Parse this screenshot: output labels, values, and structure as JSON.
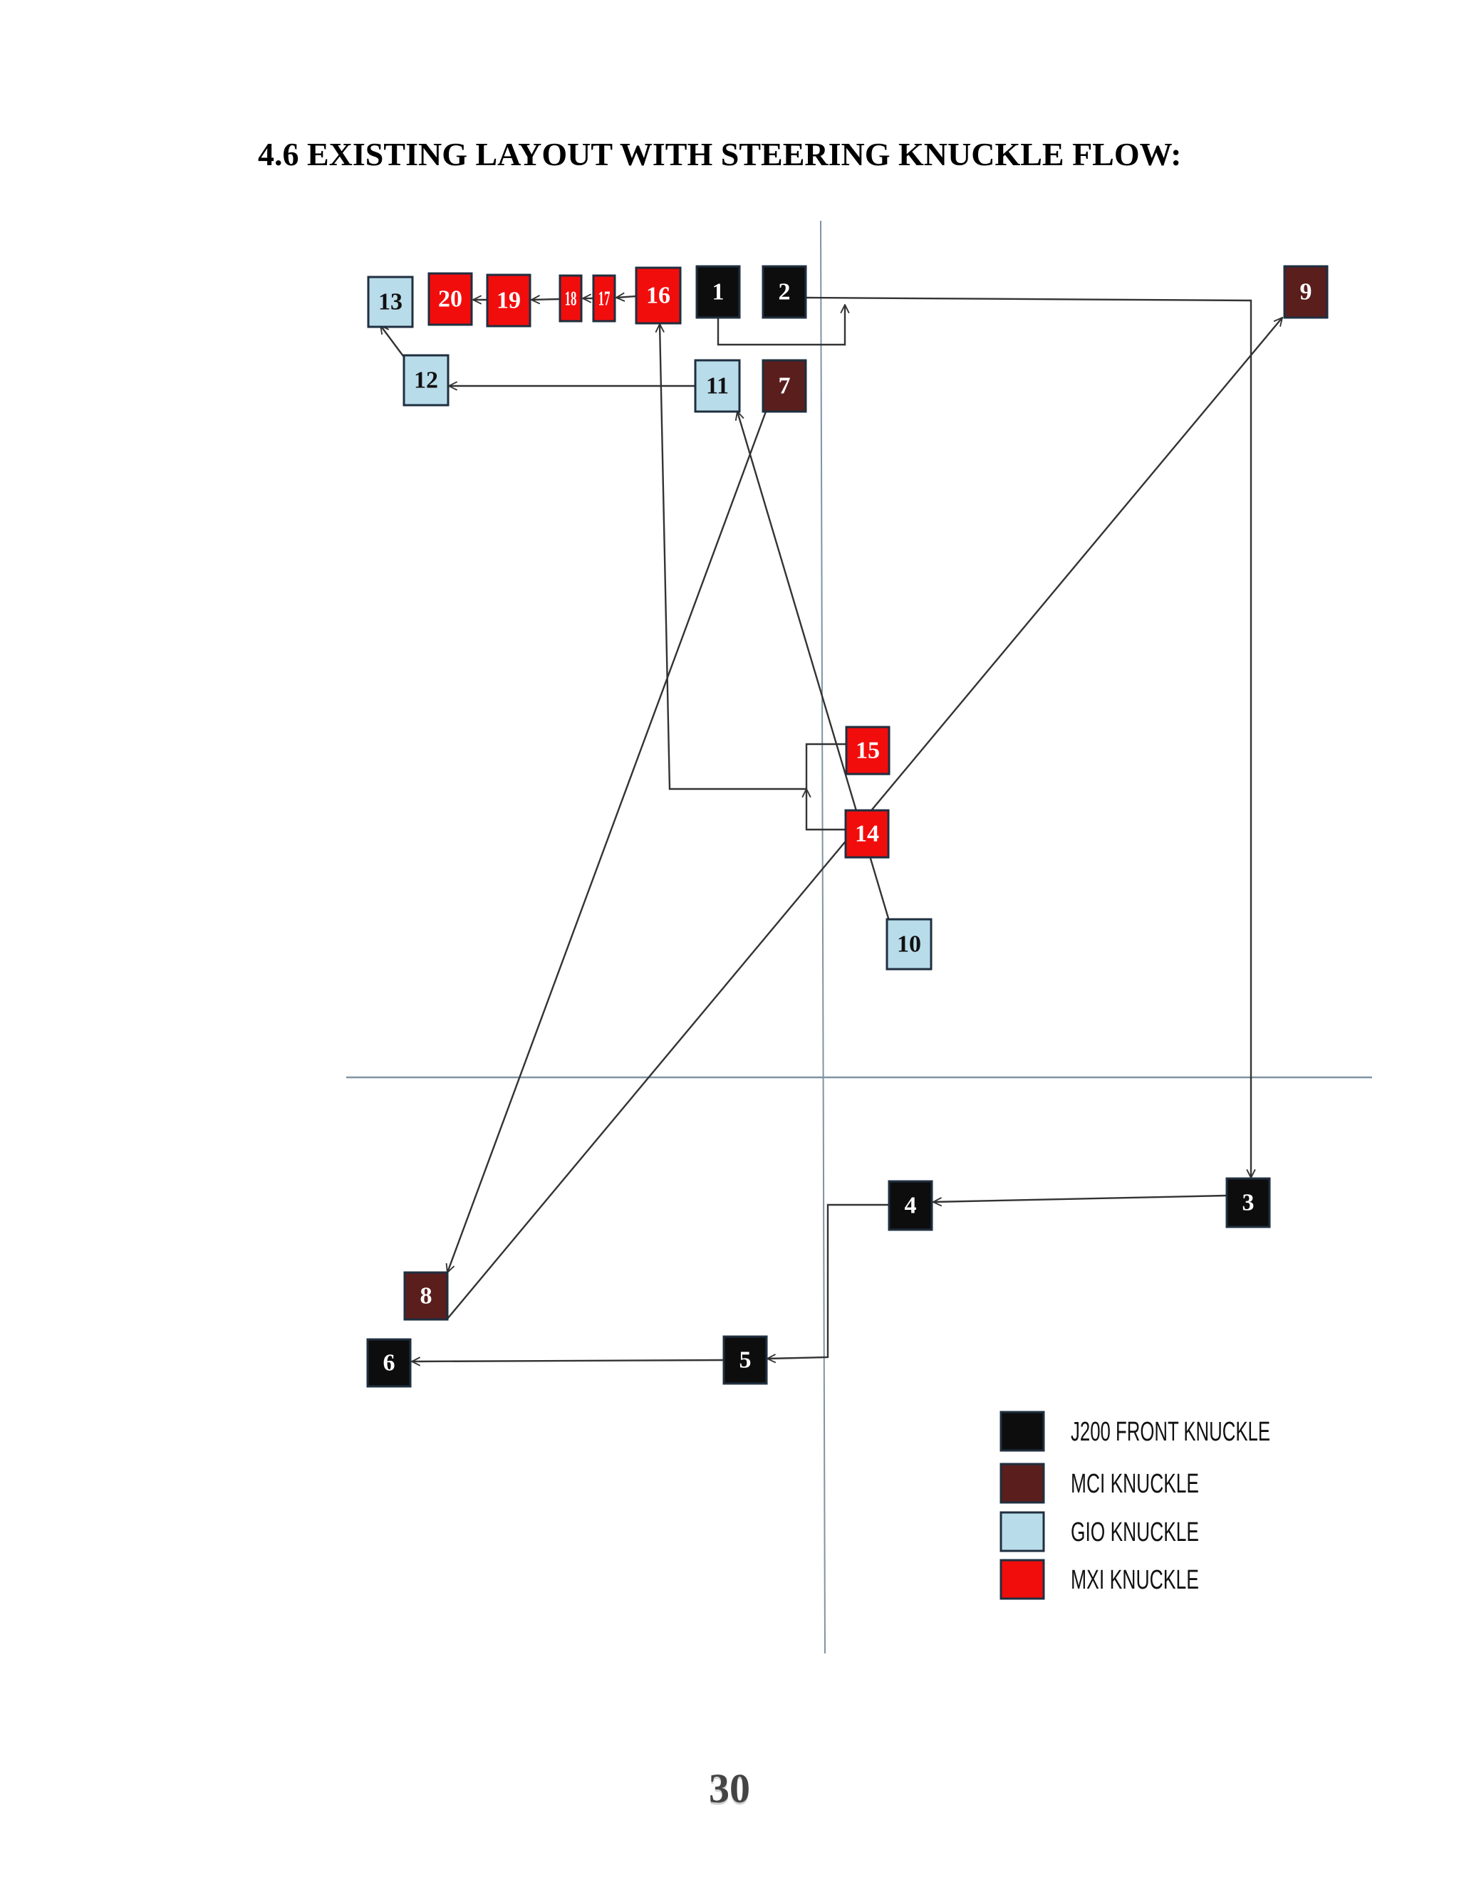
{
  "heading": "4.6 EXISTING LAYOUT WITH STEERING KNUCKLE FLOW:",
  "page_number": "30",
  "colors": {
    "j200": "#0d0d0d",
    "mci": "#5a1e1c",
    "gio": "#b9dcea",
    "mxi": "#f20d0d",
    "border": "#1f2f3f",
    "arrow": "#333333",
    "axis": "#7f93a3"
  },
  "legend": [
    {
      "type": "j200",
      "label": "J200 FRONT KNUCKLE"
    },
    {
      "type": "mci",
      "label": "MCI KNUCKLE"
    },
    {
      "type": "gio",
      "label": "GIO KNUCKLE"
    },
    {
      "type": "mxi",
      "label": "MXI KNUCKLE"
    }
  ],
  "nodes": [
    {
      "id": "1",
      "type": "j200"
    },
    {
      "id": "2",
      "type": "j200"
    },
    {
      "id": "3",
      "type": "j200"
    },
    {
      "id": "4",
      "type": "j200"
    },
    {
      "id": "5",
      "type": "j200"
    },
    {
      "id": "6",
      "type": "j200"
    },
    {
      "id": "7",
      "type": "mci"
    },
    {
      "id": "8",
      "type": "mci"
    },
    {
      "id": "9",
      "type": "mci"
    },
    {
      "id": "10",
      "type": "gio"
    },
    {
      "id": "11",
      "type": "gio"
    },
    {
      "id": "12",
      "type": "gio"
    },
    {
      "id": "13",
      "type": "gio"
    },
    {
      "id": "14",
      "type": "mxi"
    },
    {
      "id": "15",
      "type": "mxi"
    },
    {
      "id": "16",
      "type": "mxi"
    },
    {
      "id": "17",
      "type": "mxi"
    },
    {
      "id": "18",
      "type": "mxi"
    },
    {
      "id": "19",
      "type": "mxi"
    },
    {
      "id": "20",
      "type": "mxi"
    }
  ],
  "flows": [
    {
      "from": "1",
      "to": "2"
    },
    {
      "from": "2",
      "to": "3"
    },
    {
      "from": "3",
      "to": "4"
    },
    {
      "from": "4",
      "to": "5"
    },
    {
      "from": "5",
      "to": "6"
    },
    {
      "from": "7",
      "to": "8"
    },
    {
      "from": "8",
      "to": "9"
    },
    {
      "from": "10",
      "to": "11"
    },
    {
      "from": "11",
      "to": "12"
    },
    {
      "from": "12",
      "to": "13"
    },
    {
      "from": "14",
      "to": "16"
    },
    {
      "from": "15",
      "to": "16"
    },
    {
      "from": "16",
      "to": "17"
    },
    {
      "from": "17",
      "to": "18"
    },
    {
      "from": "18",
      "to": "19"
    },
    {
      "from": "19",
      "to": "20"
    }
  ]
}
